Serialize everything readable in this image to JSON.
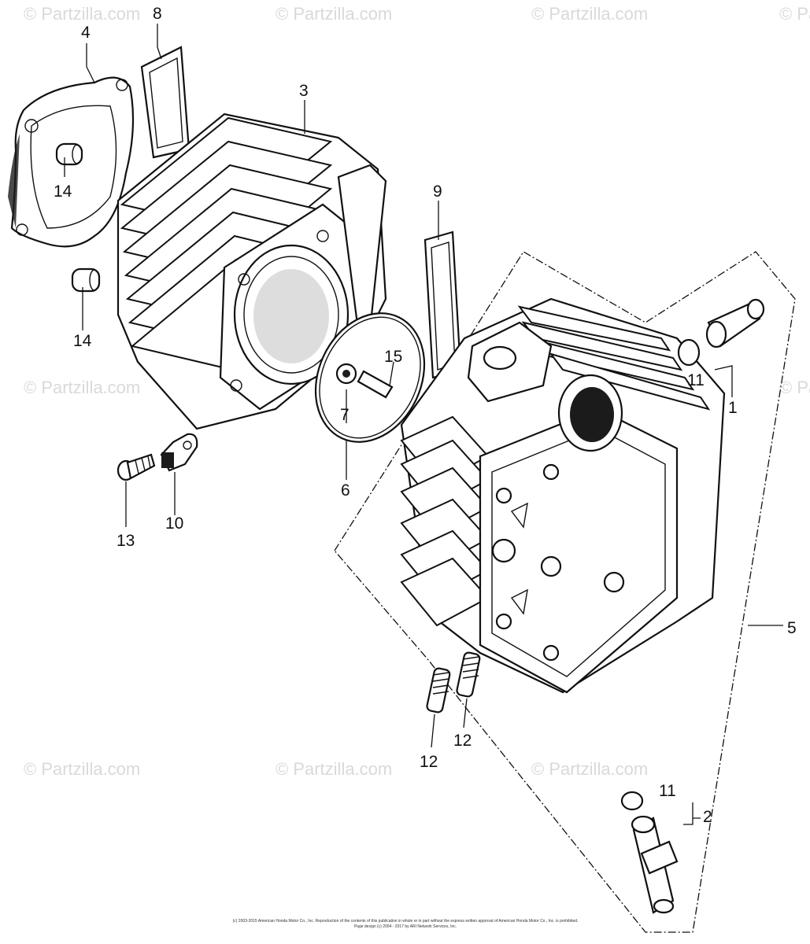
{
  "watermark_text": "© Partzilla.com",
  "callouts": {
    "c1": "1",
    "c2": "2",
    "c3": "3",
    "c4": "4",
    "c5": "5",
    "c6": "6",
    "c7": "7",
    "c8": "8",
    "c9": "9",
    "c10": "10",
    "c11a": "11",
    "c11b": "11",
    "c12a": "12",
    "c12b": "12",
    "c13": "13",
    "c14a": "14",
    "c14b": "14",
    "c15": "15"
  },
  "footer": {
    "line1": "(c) 2003-2015 American Honda Motor Co., Inc. Reproduction of the contents of this publication in whole or in part without the express written approval of American Honda Motor Co., Inc. is prohibited.",
    "line2": "Page design (c) 2004 - 2017 by ARI Network Services, Inc."
  }
}
